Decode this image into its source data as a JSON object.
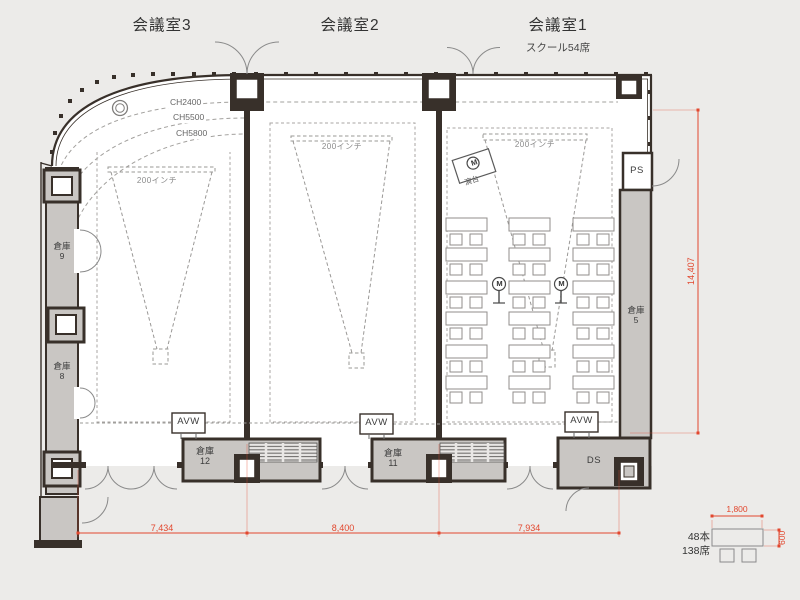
{
  "plan_title": {
    "room3": "会議室3",
    "room2": "会議室2",
    "room1": "会議室1",
    "room1_sub": "スクール54席"
  },
  "ceiling": {
    "ch1": "CH2400",
    "ch2": "CH5500",
    "ch3": "CH5800"
  },
  "screen": {
    "label": "200インチ"
  },
  "storage": {
    "s9": {
      "name": "倉庫",
      "num": "9"
    },
    "s8": {
      "name": "倉庫",
      "num": "8"
    },
    "s5": {
      "name": "倉庫",
      "num": "5"
    },
    "s12": {
      "name": "倉庫",
      "num": "12"
    },
    "s11": {
      "name": "倉庫",
      "num": "11"
    }
  },
  "shaft": {
    "ps": "PS",
    "ds": "DS"
  },
  "equipment": {
    "avw": "AVW",
    "podium": "演台",
    "mic": "M"
  },
  "dimensions": {
    "room3_width": "7,434",
    "room2_width": "8,400",
    "room1_width": "7,934",
    "hall_depth": "14,407",
    "table_width": "1,800",
    "table_depth": "600"
  },
  "legend": {
    "tables": "48本",
    "seats": "138席"
  },
  "colors": {
    "background": "#ECEBE9",
    "wall": "#38302A",
    "storage_fill": "#C9C6C3",
    "dimension_red": "#E2472E",
    "line_gray": "#8A8A8A"
  }
}
